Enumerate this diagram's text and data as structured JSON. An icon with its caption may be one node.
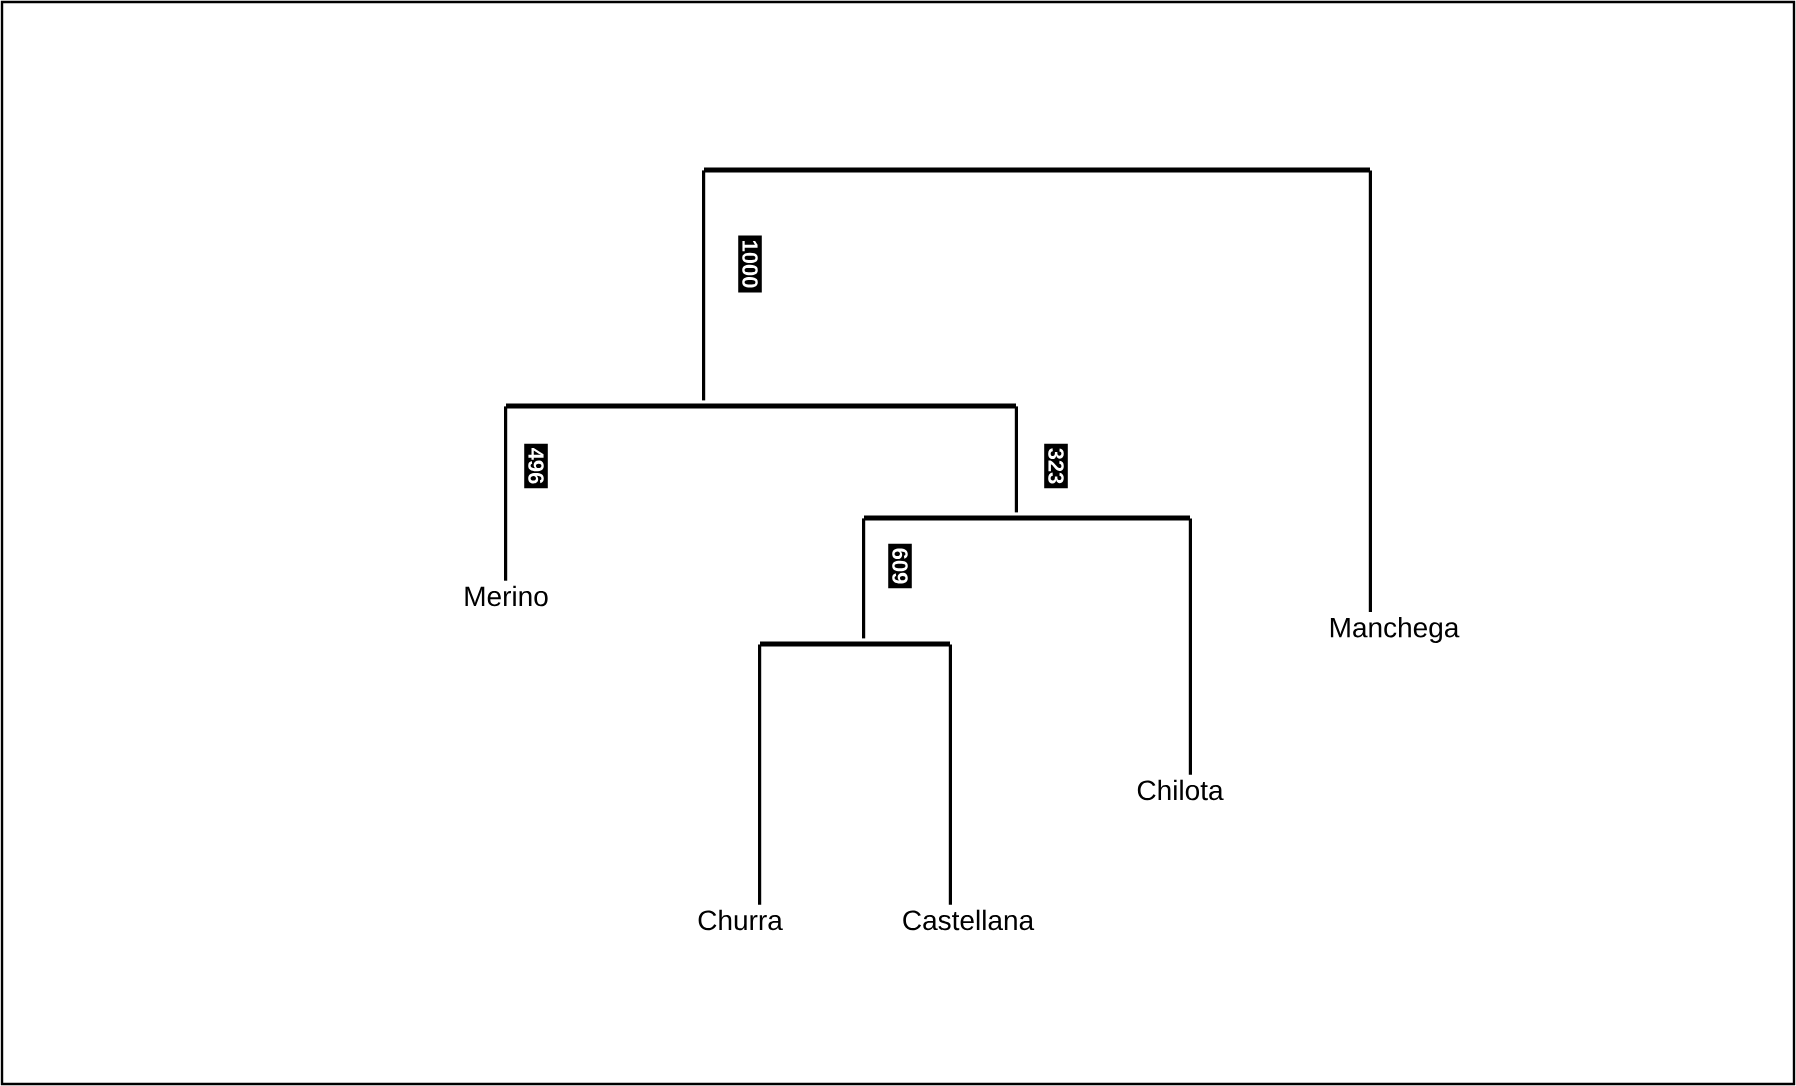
{
  "diagram": {
    "nodes": [
      {
        "text": [],
        "shape": "bar"
      },
      {
        "text": [],
        "shape": "bar"
      },
      {
        "text": [],
        "shape": "bar"
      },
      {
        "text": [
          "Merino"
        ]
      },
      {
        "text": [
          "Manchega"
        ]
      },
      {
        "text": [],
        "shape": "bar"
      },
      {
        "text": [
          "Chilota"
        ]
      },
      {
        "text": [
          "Churra"
        ]
      },
      {
        "text": [
          "Castellana"
        ]
      }
    ],
    "edges": [
      {
        "from": 0,
        "to": 1,
        "arrow": "none",
        "label": "1000"
      },
      {
        "from": 0,
        "to": 4,
        "arrow": "none"
      },
      {
        "from": 1,
        "to": 3,
        "arrow": "none",
        "label": "496"
      },
      {
        "from": 1,
        "to": 2,
        "arrow": "none",
        "label": "323"
      },
      {
        "from": 2,
        "to": 5,
        "arrow": "none",
        "label": "609"
      },
      {
        "from": 2,
        "to": 6,
        "arrow": "none"
      },
      {
        "from": 5,
        "to": 7,
        "arrow": "none"
      },
      {
        "from": 5,
        "to": 8,
        "arrow": "none"
      }
    ]
  }
}
